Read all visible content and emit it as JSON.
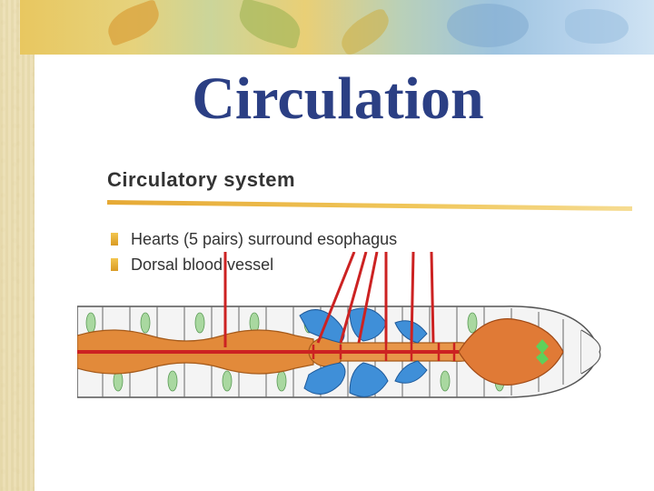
{
  "slide": {
    "title": "Circulation"
  },
  "figure": {
    "heading": "Circulatory system",
    "bullets": [
      "Hearts (5 pairs) surround esophagus",
      "Dorsal blood vessel"
    ]
  },
  "colors": {
    "title": "#2b3f84",
    "pointer": "#cc2222",
    "crop": "#e28a3a",
    "hearts": "#3f8fd8",
    "bullet": "#e2a630"
  }
}
